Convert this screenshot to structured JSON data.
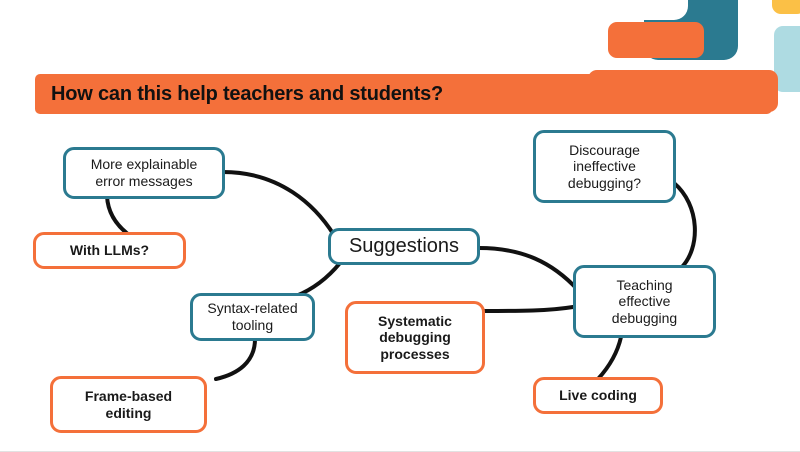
{
  "slide": {
    "title": "How can this help teachers and students?",
    "background": "#ffffff"
  },
  "colors": {
    "orange": "#f4703a",
    "teal": "#2b7a90",
    "light_blue": "#aedbe2",
    "yellow": "#fbc046",
    "edge": "#111111",
    "text": "#1a1a1a"
  },
  "decorations": [
    {
      "name": "teal-l-shape",
      "color": "#2b7a90"
    },
    {
      "name": "orange-small-block",
      "color": "#f4703a"
    },
    {
      "name": "orange-wide-block",
      "color": "#f4703a"
    },
    {
      "name": "light-blue-block",
      "color": "#aedbe2"
    },
    {
      "name": "yellow-block",
      "color": "#fbc046"
    }
  ],
  "mindmap": {
    "central": {
      "label": "Suggestions",
      "style": "teal"
    },
    "nodes": [
      {
        "id": "more-explainable-error-messages",
        "label": "More explainable\nerror messages",
        "style": "teal"
      },
      {
        "id": "with-llms",
        "label": "With LLMs?",
        "style": "orange"
      },
      {
        "id": "discourage-ineffective-debugging",
        "label": "Discourage\nineffective\ndebugging?",
        "style": "teal"
      },
      {
        "id": "teaching-effective-debugging",
        "label": "Teaching\neffective\ndebugging",
        "style": "teal"
      },
      {
        "id": "syntax-related-tooling",
        "label": "Syntax-related\ntooling",
        "style": "teal"
      },
      {
        "id": "systematic-debugging-processes",
        "label": "Systematic\ndebugging\nprocesses",
        "style": "orange"
      },
      {
        "id": "frame-based-editing",
        "label": "Frame-based\nediting",
        "style": "orange"
      },
      {
        "id": "live-coding",
        "label": "Live coding",
        "style": "orange"
      }
    ],
    "edges": [
      {
        "from": "more-explainable-error-messages",
        "to": "suggestions"
      },
      {
        "from": "more-explainable-error-messages",
        "to": "with-llms"
      },
      {
        "from": "suggestions",
        "to": "teaching-effective-debugging"
      },
      {
        "from": "suggestions",
        "to": "syntax-related-tooling"
      },
      {
        "from": "syntax-related-tooling",
        "to": "frame-based-editing"
      },
      {
        "from": "systematic-debugging-processes",
        "to": "teaching-effective-debugging"
      },
      {
        "from": "discourage-ineffective-debugging",
        "to": "teaching-effective-debugging"
      },
      {
        "from": "teaching-effective-debugging",
        "to": "live-coding"
      }
    ]
  }
}
